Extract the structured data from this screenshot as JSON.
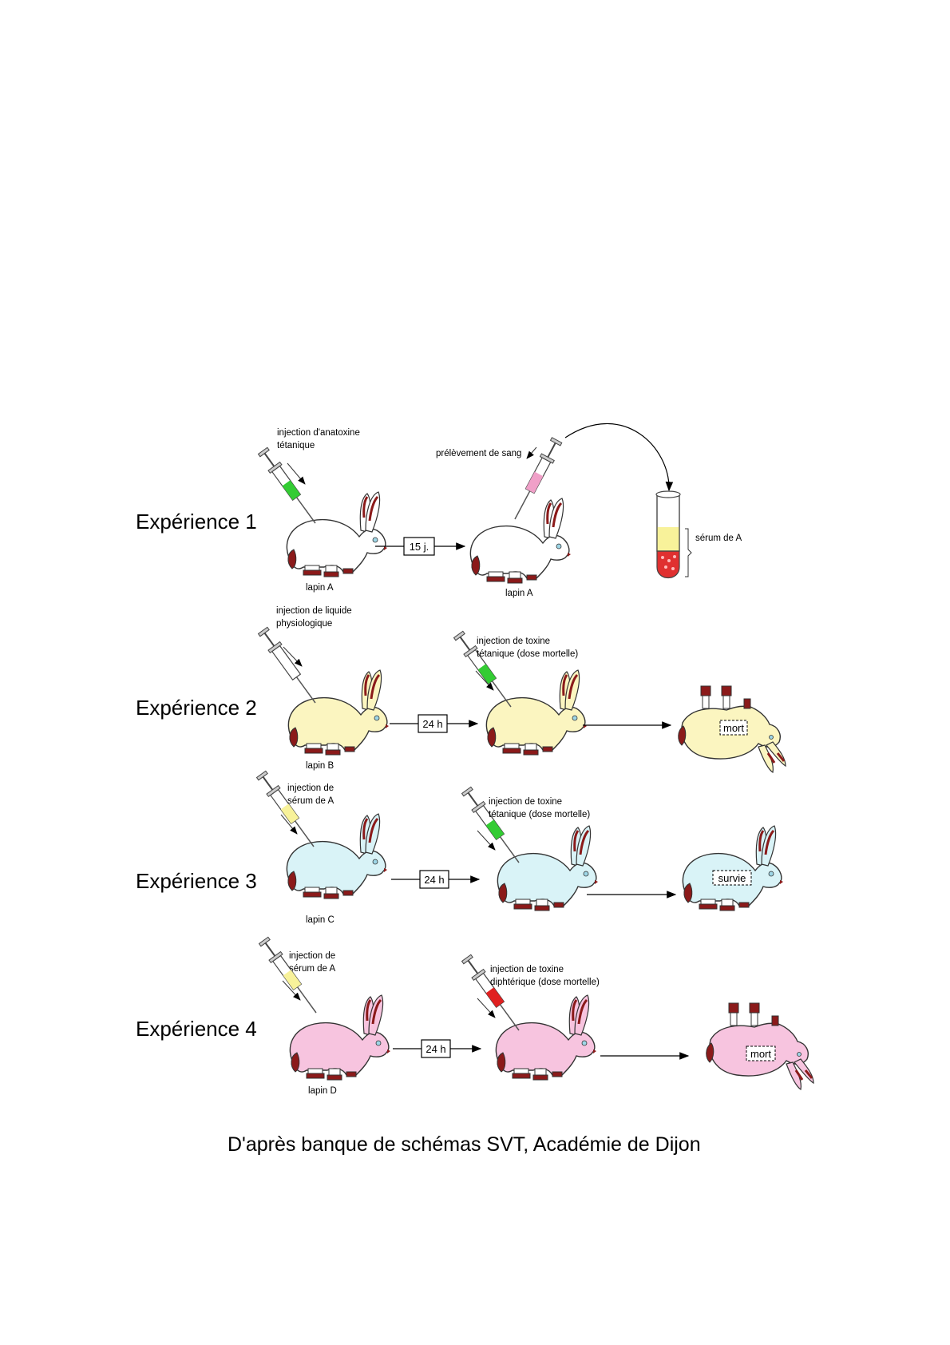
{
  "experiments": [
    {
      "title": "Expérience 1",
      "rabbit1_label": "lapin A",
      "injection_label": [
        "injection d'anatoxine",
        "tétanique"
      ],
      "injection_fluid": "anatoxine-green",
      "rabbit_color": "#ffffff",
      "delay": "15 j.",
      "rabbit2_label": "lapin A",
      "sampling_label": "prélèvement de sang",
      "sampling_fluid": "blood-pink",
      "tube_label": "sérum de A"
    },
    {
      "title": "Expérience 2",
      "rabbit1_label": "lapin B",
      "injection_label": [
        "injection de liquide",
        "physiologique"
      ],
      "injection_fluid": "physiological-white",
      "rabbit_color": "#fbf5c0",
      "delay": "24 h",
      "second_injection_label": [
        "injection de toxine",
        "tétanique (dose mortelle)"
      ],
      "second_injection_fluid": "toxin-green",
      "outcome": "mort"
    },
    {
      "title": "Expérience 3",
      "rabbit1_label": "lapin C",
      "injection_label": [
        "injection de",
        "sérum de A"
      ],
      "injection_fluid": "serum-yellow",
      "rabbit_color": "#d9f3f7",
      "delay": "24 h",
      "second_injection_label": [
        "injection de toxine",
        "tétanique (dose mortelle)"
      ],
      "second_injection_fluid": "toxin-green",
      "outcome": "survie"
    },
    {
      "title": "Expérience 4",
      "rabbit1_label": "lapin D",
      "injection_label": [
        "injection de",
        "sérum de A"
      ],
      "injection_fluid": "serum-yellow",
      "rabbit_color": "#f7c4df",
      "delay": "24 h",
      "second_injection_label": [
        "injection de toxine",
        "diphtérique (dose mortelle)"
      ],
      "second_injection_fluid": "toxin-red",
      "outcome": "mort"
    }
  ],
  "colors": {
    "green": "#33cc33",
    "red": "#e02020",
    "yellow": "#f8f29a",
    "pink": "#f0a0c8",
    "maroon": "#8b1a1a",
    "blood": "#e03030"
  },
  "source": "D'après banque de schémas SVT, Académie de Dijon"
}
